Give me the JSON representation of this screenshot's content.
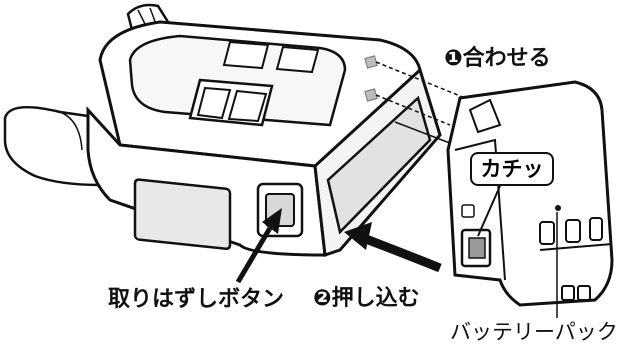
{
  "labels": {
    "step1_number": "❶",
    "step1_text": "合わせる",
    "step2_number": "❷",
    "step2_text": "押し込む",
    "release_button": "取りはずしボタン",
    "click_sound": "カチッ",
    "battery_pack": "バッテリーパック"
  }
}
